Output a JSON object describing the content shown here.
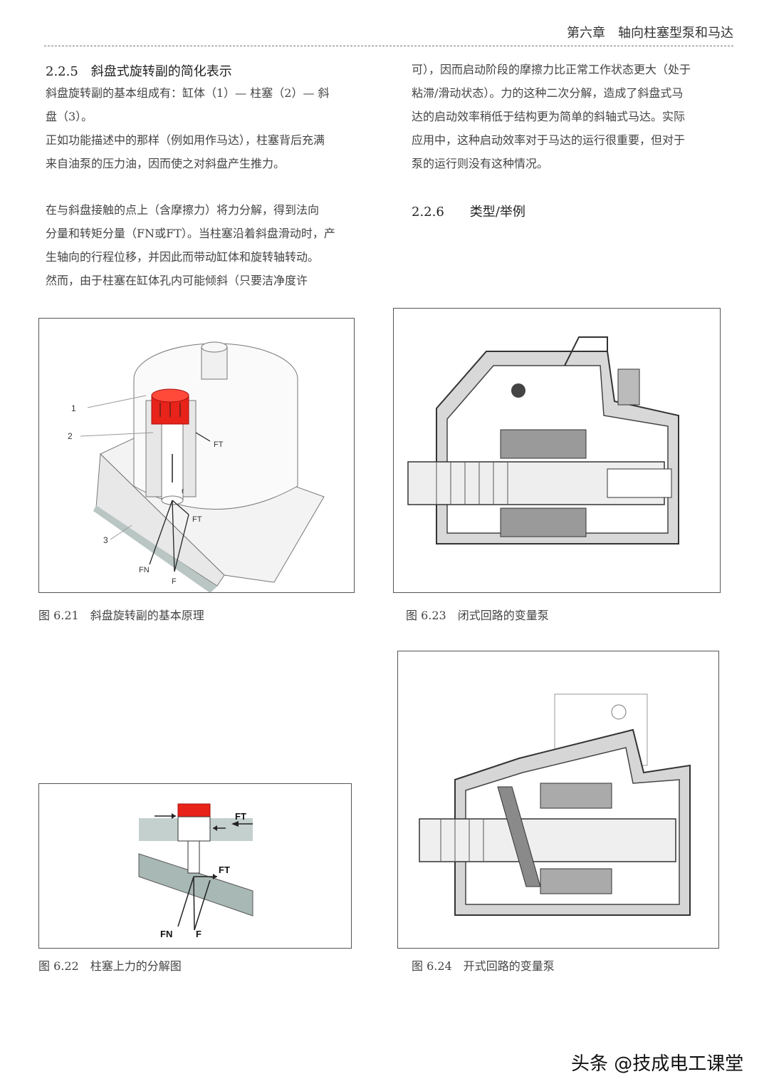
{
  "header": {
    "chapter": "第六章　轴向柱塞型泵和马达"
  },
  "left": {
    "section_225": "2.2.5　斜盘式旋转副的简化表示",
    "para1": "斜盘旋转副的基本组成有：缸体（1）— 柱塞（2）— 斜",
    "para1b": "盘（3）。",
    "para2a": "正如功能描述中的那样（例如用作马达），柱塞背后充满",
    "para2b": "来自油泵的压力油，因而使之对斜盘产生推力。",
    "para3a": "在与斜盘接触的点上（含摩擦力）将力分解，得到法向",
    "para3b": "分量和转矩分量（FN或FT）。当柱塞沿着斜盘滑动时，产",
    "para3c": "生轴向的行程位移，并因此而带动缸体和旋转轴转动。",
    "para3d": "然而，由于柱塞在缸体孔内可能倾斜（只要洁净度许"
  },
  "right": {
    "para1a": "可），因而启动阶段的摩擦力比正常工作状态更大（处于",
    "para1b": "粘滞/滑动状态）。力的这种二次分解，造成了斜盘式马",
    "para1c": "达的启动效率稍低于结构更为简单的斜轴式马达。实际",
    "para1d": "应用中，这种启动效率对于马达的运行很重要，但对于",
    "para1e": "泵的运行则没有这种情况。",
    "section_226": "2.2.6　　类型/举例"
  },
  "figures": {
    "fig621": {
      "caption": "图 6.21　斜盘旋转副的基本原理",
      "labels": {
        "n1": "1",
        "n2": "2",
        "n3": "3",
        "ft_top": "FT",
        "ft_mid": "FT",
        "fn": "FN",
        "f": "F",
        "r": "r"
      }
    },
    "fig622": {
      "caption": "图 6.22　柱塞上力的分解图",
      "labels": {
        "ft_top": "FT",
        "ft_mid": "FT",
        "fn": "FN",
        "f": "F"
      }
    },
    "fig623": {
      "caption": "图 6.23　闭式回路的变量泵"
    },
    "fig624": {
      "caption": "图 6.24　开式回路的变量泵"
    }
  },
  "watermark": "头条 @技成电工课堂",
  "colors": {
    "piston_red": "#e8231a",
    "swash_gray": "#a8b8b4",
    "frame": "#555555"
  }
}
